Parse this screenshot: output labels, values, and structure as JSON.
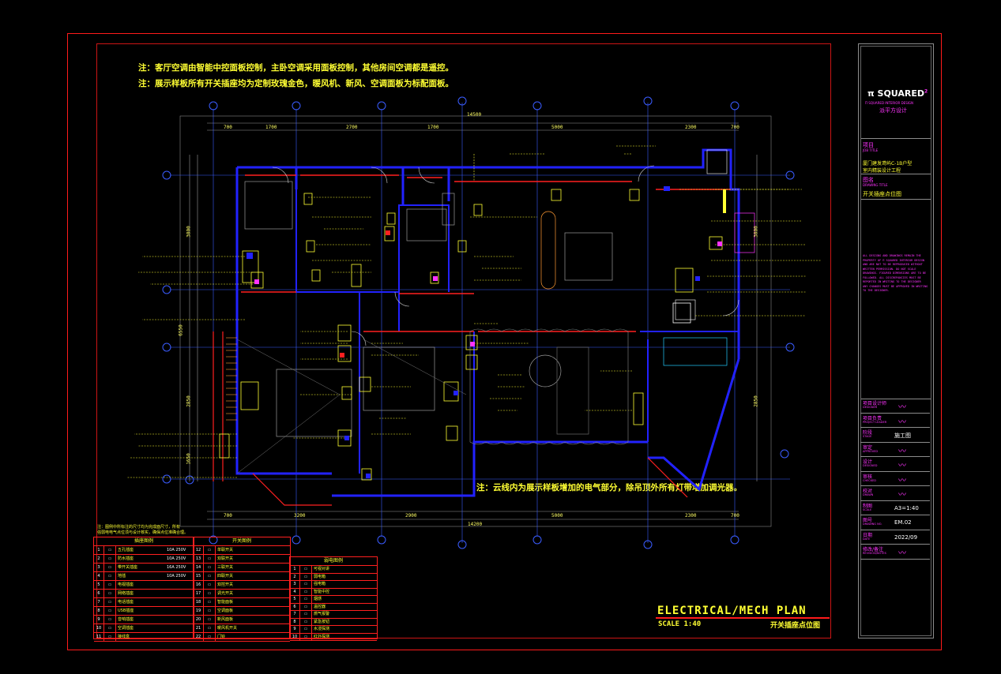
{
  "notes": {
    "note_1": "注：客厅空调由智能中控面板控制，主卧空调采用面板控制，其他房间空调都是遥控。",
    "note_2": "注：展示样板所有开关插座均为定制玫瑰金色，暖风机、新风、空调面板为标配面板。",
    "note_3": "注：云线内为展示样板增加的电气部分，除吊顶外所有灯带增加调光器。"
  },
  "dimensions": {
    "top": [
      "700",
      "1700",
      "2700",
      "1700",
      "14500",
      "5000",
      "2300",
      "700"
    ],
    "bottom": [
      "700",
      "3200",
      "2900",
      "14200",
      "5000",
      "2300",
      "700"
    ],
    "left": [
      "3000",
      "6550",
      "2850",
      "1650"
    ],
    "right": [
      "3000",
      "2850"
    ]
  },
  "drawing_title": {
    "main": "ELECTRICAL/MECH PLAN",
    "scale": "SCALE 1:40",
    "chinese": "开关插座点位图"
  },
  "title_block": {
    "logo": "π SQUARED",
    "logo_sup": "2",
    "subtitle": "Π SQUARED INTERIOR DESIGN",
    "company_cn": "派平方设计",
    "project_label_cn": "项目",
    "project_label_en": "JOB TITLE",
    "project_name_1": "厦门建发鸢屿C-1B户型",
    "project_name_2": "室内精装设计工程",
    "drawing_label_cn": "图名",
    "drawing_label_en": "DRAWING TITLE",
    "drawing_name": "开关插座点位图",
    "disclaimer_lines": [
      "ALL DESIGNS AND DRAWINGS REMAIN THE",
      "PROPERTY OF Π SQUARED INTERIOR DESIGN",
      "AND ARE NOT TO BE REPRODUCED WITHOUT",
      "WRITTEN PERMISSION. DO NOT SCALE",
      "DRAWINGS. FIGURED DIMENSIONS ARE TO BE",
      "FOLLOWED. ALL DISCREPANCIES MUST BE",
      "REPORTED IN WRITING TO THE DESIGNER",
      "ANY CHANGES MUST BE APPROVED IN WRITING",
      "TO THE DESIGNER."
    ],
    "rows": [
      {
        "label": "项目设计师",
        "sub": "DESIGNER",
        "value": ""
      },
      {
        "label": "项目负责",
        "sub": "PROJECT LEADER",
        "value": ""
      },
      {
        "label": "阶段",
        "sub": "STAGE",
        "value": "施工图"
      },
      {
        "label": "审定",
        "sub": "APPROVED",
        "value": ""
      },
      {
        "label": "设计",
        "sub": "DESIGNED",
        "value": ""
      },
      {
        "label": "审核",
        "sub": "CHECKED",
        "value": ""
      },
      {
        "label": "校对",
        "sub": "DRAWN",
        "value": ""
      },
      {
        "label": "制图",
        "sub": "SCALE",
        "value": "A3=1:40"
      },
      {
        "label": "图号",
        "sub": "DRAWING NO.",
        "value": "EM.02"
      },
      {
        "label": "日期",
        "sub": "DATE",
        "value": "2022/09"
      },
      {
        "label": "修改/备注",
        "sub": "REVISION/NOTES",
        "value": ""
      }
    ]
  },
  "legend": {
    "note_a": "注：图例中所标注的尺寸均为完成面尺寸，所有",
    "note_b": "  强弱电电气点位须与设计核实，确保点位准确合理。",
    "table1_title": "插座图例",
    "table1_rows": [
      {
        "no": "1",
        "label": "五孔插座",
        "spec": "10A 250V"
      },
      {
        "no": "2",
        "label": "防水插座",
        "spec": "10A 250V"
      },
      {
        "no": "3",
        "label": "带开关插座",
        "spec": "16A 250V"
      },
      {
        "no": "4",
        "label": "地插",
        "spec": "10A 250V"
      },
      {
        "no": "5",
        "label": "电视插座",
        "spec": ""
      },
      {
        "no": "6",
        "label": "网络插座",
        "spec": ""
      },
      {
        "no": "7",
        "label": "电话插座",
        "spec": ""
      },
      {
        "no": "8",
        "label": "USB插座",
        "spec": ""
      },
      {
        "no": "9",
        "label": "音响插座",
        "spec": ""
      },
      {
        "no": "10",
        "label": "空调插座",
        "spec": ""
      },
      {
        "no": "11",
        "label": "接线盒",
        "spec": ""
      }
    ],
    "table2_title": "开关图例",
    "table2_rows": [
      {
        "no": "12",
        "label": "单联开关"
      },
      {
        "no": "13",
        "label": "双联开关"
      },
      {
        "no": "14",
        "label": "三联开关"
      },
      {
        "no": "15",
        "label": "四联开关"
      },
      {
        "no": "16",
        "label": "双控开关"
      },
      {
        "no": "17",
        "label": "调光开关"
      },
      {
        "no": "18",
        "label": "智能面板"
      },
      {
        "no": "19",
        "label": "空调面板"
      },
      {
        "no": "20",
        "label": "新风面板"
      },
      {
        "no": "21",
        "label": "暖风机开关"
      },
      {
        "no": "22",
        "label": "门铃"
      }
    ],
    "table3_title": "弱电图例",
    "table3_rows": [
      {
        "no": "1",
        "label": "可视对讲"
      },
      {
        "no": "2",
        "label": "弱电箱"
      },
      {
        "no": "3",
        "label": "强电箱"
      },
      {
        "no": "4",
        "label": "智能中控"
      },
      {
        "no": "5",
        "label": "烟感"
      },
      {
        "no": "6",
        "label": "温控器"
      },
      {
        "no": "7",
        "label": "燃气报警"
      },
      {
        "no": "8",
        "label": "紧急按钮"
      },
      {
        "no": "9",
        "label": "水浸探测"
      },
      {
        "no": "10",
        "label": "红外探测"
      }
    ]
  },
  "colors": {
    "frame_red": "#ff1a1a",
    "annotation_yellow": "#ffff33",
    "wall_blue": "#2222ff",
    "wall_red": "#ff2020",
    "magenta": "#ff33ff",
    "grid_blue": "#3a5cff"
  }
}
